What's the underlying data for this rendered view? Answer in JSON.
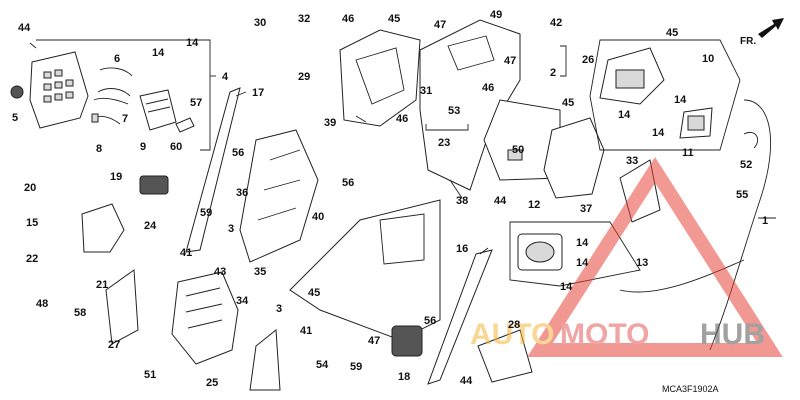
{
  "diagram_code": "MCA3F1902A",
  "direction_label": "FR.",
  "watermark": {
    "text_a": "AUTO",
    "text_b": "MOTO",
    "text_c": "HUB",
    "color_a": "#f5b63a",
    "color_b": "#e55a5a",
    "color_c": "#555555",
    "triangle_color": "#e8453c"
  },
  "callouts": {
    "c1": "1",
    "c2": "2",
    "c3": "3",
    "c3b": "3",
    "c4": "4",
    "c5": "5",
    "c6": "6",
    "c7": "7",
    "c8": "8",
    "c9": "9",
    "c10": "10",
    "c11": "11",
    "c12": "12",
    "c13": "13",
    "c14a": "14",
    "c14b": "14",
    "c14c": "14",
    "c14d": "14",
    "c14e": "14",
    "c14f": "14",
    "c14g": "14",
    "c14h": "14",
    "c15": "15",
    "c16": "16",
    "c17": "17",
    "c18": "18",
    "c19": "19",
    "c20": "20",
    "c21": "21",
    "c22": "22",
    "c23": "23",
    "c24": "24",
    "c25": "25",
    "c26": "26",
    "c27": "27",
    "c28": "28",
    "c29": "29",
    "c30": "30",
    "c31": "31",
    "c32": "32",
    "c33": "33",
    "c34": "34",
    "c35": "35",
    "c36": "36",
    "c37": "37",
    "c38": "38",
    "c39": "39",
    "c40": "40",
    "c41a": "41",
    "c41b": "41",
    "c42": "42",
    "c43": "43",
    "c44a": "44",
    "c44b": "44",
    "c44c": "44",
    "c45a": "45",
    "c45b": "45",
    "c45c": "45",
    "c45d": "45",
    "c46a": "46",
    "c46b": "46",
    "c46c": "46",
    "c47a": "47",
    "c47b": "47",
    "c47c": "47",
    "c48": "48",
    "c49": "49",
    "c50": "50",
    "c51": "51",
    "c52": "52",
    "c53": "53",
    "c54": "54",
    "c55": "55",
    "c56a": "56",
    "c56b": "56",
    "c56c": "56",
    "c57": "57",
    "c58": "58",
    "c59a": "59",
    "c59b": "59",
    "c60": "60"
  }
}
